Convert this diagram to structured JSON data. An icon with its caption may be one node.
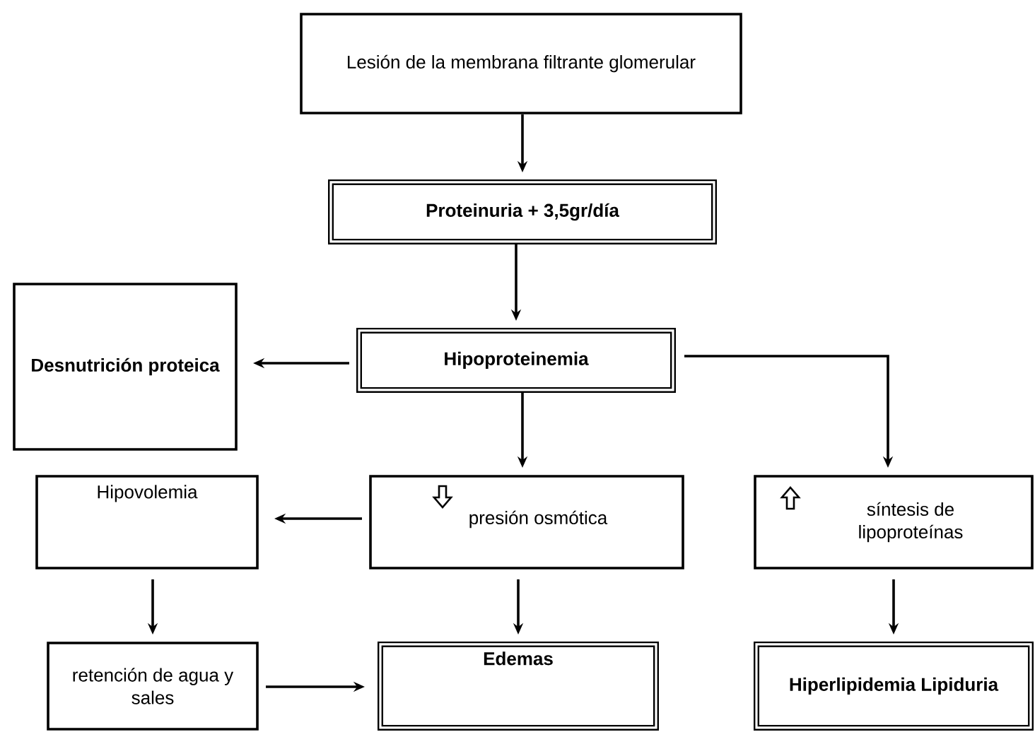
{
  "diagram": {
    "nodes": [
      {
        "text": [
          "Lesión de la membrana filtrante glomerular"
        ]
      },
      {
        "text": [
          "Proteinuria + 3,5gr/día"
        ]
      },
      {
        "text": [
          "Desnutrición proteica"
        ]
      },
      {
        "text": [
          "Hipoproteinemia"
        ]
      },
      {
        "text": [
          "Hipovolemia"
        ]
      },
      {
        "text": [
          "presión osmótica"
        ]
      },
      {
        "text": [
          "síntesis de lipoproteínas"
        ]
      },
      {
        "text": [
          "retención de agua y sales"
        ]
      },
      {
        "text": [
          "Edemas"
        ]
      },
      {
        "text": [
          "Hiperlipidemia Lipiduria"
        ]
      }
    ],
    "edges": [
      {
        "from": 0,
        "to": 1,
        "arrow": "to"
      },
      {
        "from": 1,
        "to": 3,
        "arrow": "to"
      },
      {
        "from": 3,
        "to": 2,
        "arrow": "to"
      },
      {
        "from": 3,
        "to": 5,
        "arrow": "to"
      },
      {
        "from": 3,
        "to": 6,
        "arrow": "to"
      },
      {
        "from": 5,
        "to": 4,
        "arrow": "to"
      },
      {
        "from": 4,
        "to": 7,
        "arrow": "to"
      },
      {
        "from": 5,
        "to": 8,
        "arrow": "to"
      },
      {
        "from": 7,
        "to": 8,
        "arrow": "to"
      },
      {
        "from": 6,
        "to": 9,
        "arrow": "to"
      }
    ]
  }
}
